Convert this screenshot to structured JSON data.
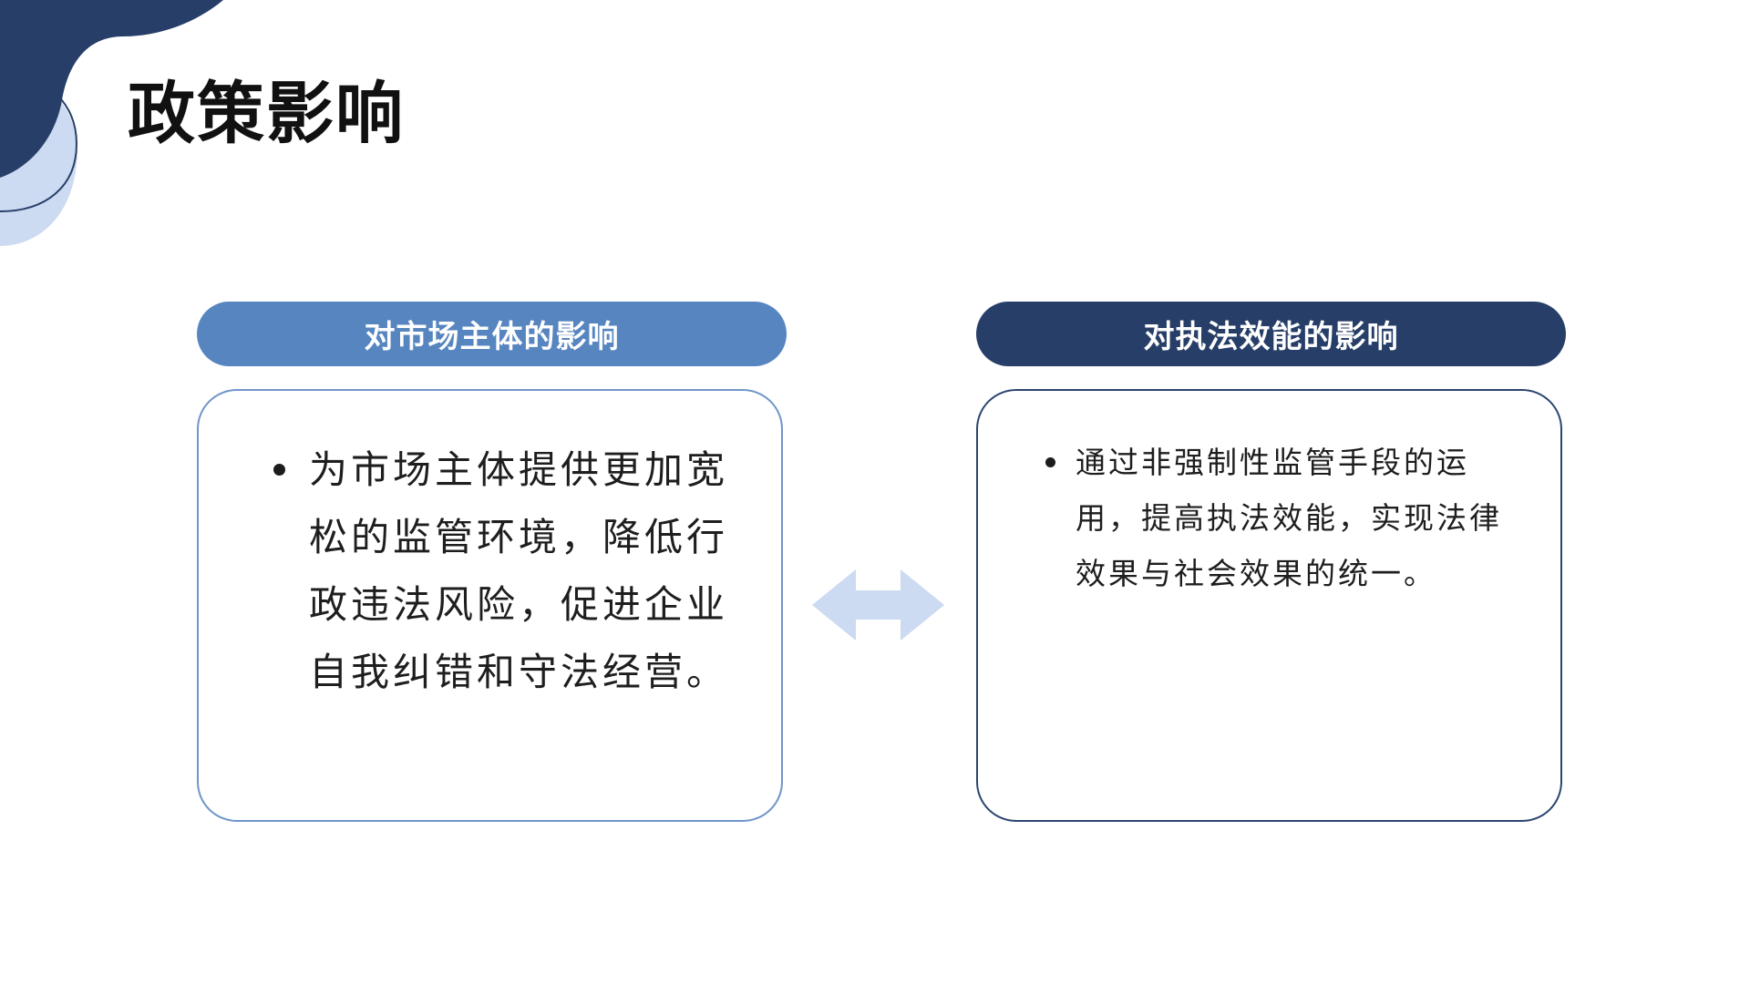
{
  "slide": {
    "title": "政策影响",
    "colors": {
      "dark_navy": "#273f68",
      "medium_blue": "#5785c0",
      "light_blue": "#ccdaf2",
      "text": "#1e1e1e"
    }
  },
  "left_panel": {
    "heading": "对市场主体的影响",
    "bullet": "为市场主体提供更加宽松的监管环境，降低行政违法风险，促进企业自我纠错和守法经营。"
  },
  "right_panel": {
    "heading": "对执法效能的影响",
    "bullet": "通过非强制性监管手段的运用，提高执法效能，实现法律效果与社会效果的统一。"
  },
  "connector": {
    "icon": "double-arrow-icon"
  }
}
